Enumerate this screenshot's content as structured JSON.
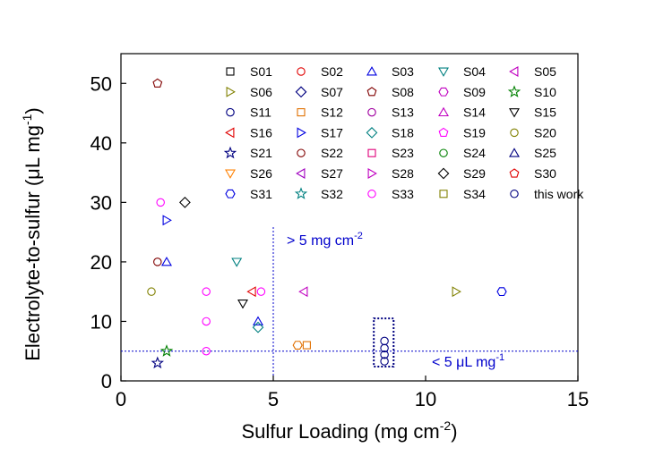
{
  "chart_data": {
    "type": "scatter",
    "xlabel": "Sulfur Loading (mg cm",
    "xlabel_sup": "-2",
    "xlabel_end": ")",
    "ylabel": "Electrolyte-to-sulfur (",
    "ylabel_mu": "μ",
    "ylabel_mid": "L mg",
    "ylabel_sup": "-1",
    "ylabel_end": ")",
    "xlim": [
      0,
      15
    ],
    "ylim": [
      0,
      55
    ],
    "xticks": [
      "0",
      "5",
      "10",
      "15"
    ],
    "yticks": [
      "0",
      "10",
      "20",
      "30",
      "40",
      "50"
    ],
    "grid": false,
    "legend_position": "top-right",
    "annotations": {
      "upper": {
        "text": "> 5 mg cm",
        "sup": "-2"
      },
      "lower": {
        "text": "< 5 μL mg",
        "sup": "-1"
      }
    },
    "reference_lines": {
      "x": 5,
      "y": 5
    },
    "highlight_box": {
      "x": [
        8.3,
        8.95
      ],
      "y": [
        2.4,
        10.5
      ]
    },
    "series": [
      {
        "name": "S01",
        "marker": "square",
        "color": "#000000",
        "points": []
      },
      {
        "name": "S02",
        "marker": "circle",
        "color": "#e00000",
        "points": []
      },
      {
        "name": "S03",
        "marker": "triangle-up",
        "color": "#0000e0",
        "points": [
          [
            1.5,
            20
          ],
          [
            4.5,
            10
          ]
        ]
      },
      {
        "name": "S04",
        "marker": "triangle-down",
        "color": "#008080",
        "points": [
          [
            3.8,
            20
          ]
        ]
      },
      {
        "name": "S05",
        "marker": "triangle-left",
        "color": "#c000c0",
        "points": [
          [
            6.0,
            15
          ]
        ]
      },
      {
        "name": "S06",
        "marker": "triangle-right",
        "color": "#808000",
        "points": [
          [
            11.0,
            15
          ]
        ]
      },
      {
        "name": "S07",
        "marker": "diamond",
        "color": "#000080",
        "points": []
      },
      {
        "name": "S08",
        "marker": "pentagon",
        "color": "#800000",
        "points": [
          [
            1.2,
            50
          ]
        ]
      },
      {
        "name": "S09",
        "marker": "hexagon",
        "color": "#c000c0",
        "points": []
      },
      {
        "name": "S10",
        "marker": "star",
        "color": "#008000",
        "points": [
          [
            1.5,
            5
          ]
        ]
      },
      {
        "name": "S11",
        "marker": "circle",
        "color": "#000080",
        "points": []
      },
      {
        "name": "S12",
        "marker": "square",
        "color": "#e07000",
        "points": [
          [
            6.1,
            6
          ]
        ]
      },
      {
        "name": "S13",
        "marker": "circle",
        "color": "#a000a0",
        "points": []
      },
      {
        "name": "S14",
        "marker": "triangle-up",
        "color": "#c000c0",
        "points": []
      },
      {
        "name": "S15",
        "marker": "triangle-down",
        "color": "#000000",
        "points": [
          [
            4.0,
            13
          ]
        ]
      },
      {
        "name": "S16",
        "marker": "triangle-left",
        "color": "#e00000",
        "points": [
          [
            4.3,
            15
          ]
        ]
      },
      {
        "name": "S17",
        "marker": "triangle-right",
        "color": "#0000e0",
        "points": [
          [
            1.5,
            27
          ]
        ]
      },
      {
        "name": "S18",
        "marker": "diamond",
        "color": "#008080",
        "points": [
          [
            4.5,
            9
          ]
        ]
      },
      {
        "name": "S19",
        "marker": "pentagon",
        "color": "#ff00ff",
        "points": []
      },
      {
        "name": "S20",
        "marker": "circle",
        "color": "#808000",
        "points": [
          [
            1.0,
            15
          ]
        ]
      },
      {
        "name": "S21",
        "marker": "star",
        "color": "#000080",
        "points": [
          [
            1.2,
            3
          ]
        ]
      },
      {
        "name": "S22",
        "marker": "circle",
        "color": "#800000",
        "points": [
          [
            1.2,
            20
          ]
        ]
      },
      {
        "name": "S23",
        "marker": "square",
        "color": "#e0007a",
        "points": []
      },
      {
        "name": "S24",
        "marker": "circle",
        "color": "#008000",
        "points": []
      },
      {
        "name": "S25",
        "marker": "triangle-up",
        "color": "#000080",
        "points": []
      },
      {
        "name": "S26",
        "marker": "triangle-down",
        "color": "#ff8000",
        "points": []
      },
      {
        "name": "S27",
        "marker": "triangle-left",
        "color": "#a000c0",
        "points": []
      },
      {
        "name": "S28",
        "marker": "triangle-right",
        "color": "#c000c0",
        "points": []
      },
      {
        "name": "S29",
        "marker": "diamond",
        "color": "#000000",
        "points": [
          [
            2.1,
            30
          ]
        ]
      },
      {
        "name": "S30",
        "marker": "pentagon",
        "color": "#e00000",
        "points": []
      },
      {
        "name": "S31",
        "marker": "hexagon",
        "color": "#0000e0",
        "points": [
          [
            12.5,
            15
          ]
        ]
      },
      {
        "name": "S32",
        "marker": "star",
        "color": "#008080",
        "points": []
      },
      {
        "name": "S33",
        "marker": "circle",
        "color": "#ff00ff",
        "points": [
          [
            1.3,
            30
          ],
          [
            2.8,
            15
          ],
          [
            2.8,
            10
          ],
          [
            2.8,
            5
          ],
          [
            4.6,
            15
          ]
        ]
      },
      {
        "name": "S34",
        "marker": "square",
        "color": "#808000",
        "points": []
      },
      {
        "name": "this work",
        "marker": "circle",
        "color": "#000080",
        "points": [
          [
            8.65,
            3.3
          ],
          [
            8.65,
            4.4
          ],
          [
            8.65,
            5.5
          ],
          [
            8.65,
            6.7
          ]
        ]
      }
    ],
    "extra_points": [
      {
        "marker": "hexagon",
        "color": "#e07000",
        "point": [
          5.8,
          6
        ]
      }
    ]
  }
}
